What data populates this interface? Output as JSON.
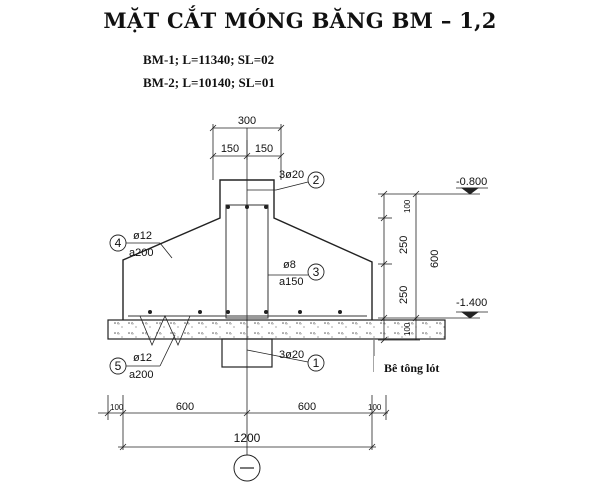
{
  "title": "MẶT CẮT MÓNG BĂNG BM – 1,2",
  "specs": {
    "bm1": "BM-1; L=11340; SL=02",
    "bm2": "BM-2; L=10140; SL=01"
  },
  "dimensions": {
    "top_width": "300",
    "half_left": "150",
    "half_right": "150",
    "left_part": "600",
    "right_part": "600",
    "total_width": "1200",
    "edge_left": "100",
    "edge_right": "100",
    "h_top": "100",
    "h_mid": "250",
    "h_low": "250",
    "h_base": "100",
    "h_total": "600"
  },
  "levels": {
    "top": "-0.800",
    "bottom": "-1.400"
  },
  "rebar": {
    "r1": {
      "id": "1",
      "spec": "3ø20"
    },
    "r2": {
      "id": "2",
      "spec": "3ø20"
    },
    "r3": {
      "id": "3",
      "dia": "ø8",
      "spacing": "a150"
    },
    "r4": {
      "id": "4",
      "dia": "ø12",
      "spacing": "a200"
    },
    "r5": {
      "id": "5",
      "dia": "ø12",
      "spacing": "a200"
    }
  },
  "lean_concrete": "Bê tông lót"
}
